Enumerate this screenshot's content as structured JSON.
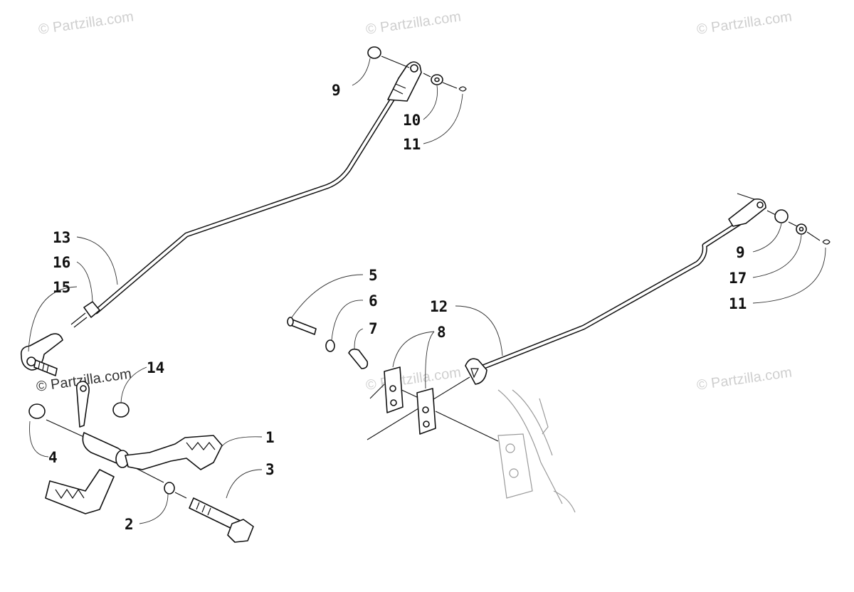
{
  "watermarks": [
    "© Partzilla.com",
    "© Partzilla.com",
    "© Partzilla.com",
    "© Partzilla.com",
    "© Partzilla.com",
    "© Partzilla.com"
  ],
  "callouts": {
    "c1": "1",
    "c2": "2",
    "c3": "3",
    "c4": "4",
    "c5": "5",
    "c6": "6",
    "c7": "7",
    "c8": "8",
    "c9a": "9",
    "c9b": "9",
    "c10": "10",
    "c11a": "11",
    "c11b": "11",
    "c12": "12",
    "c13": "13",
    "c14": "14",
    "c15": "15",
    "c16": "16",
    "c17": "17"
  },
  "icons": {
    "rod_left": "shift-rod-icon",
    "rod_right": "brake-rod-icon",
    "pedal": "shift-pedal-icon",
    "bolt": "pivot-bolt-icon"
  }
}
